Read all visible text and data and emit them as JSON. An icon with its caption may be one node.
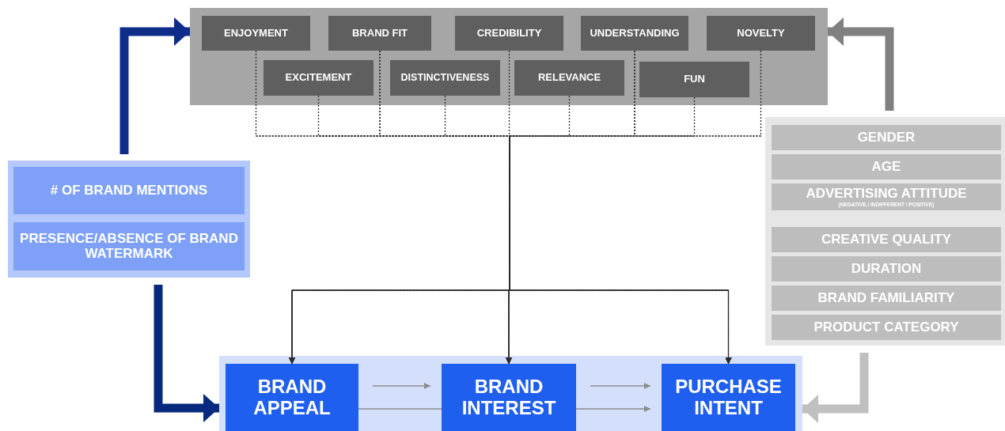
{
  "diagram": {
    "nodes": [
      {
        "text": [],
        "shape": "box"
      },
      {
        "text": [
          "ENJOYMENT"
        ],
        "in": 0
      },
      {
        "text": [
          "BRAND FIT"
        ],
        "in": 0
      },
      {
        "text": [
          "CREDIBILITY"
        ],
        "in": 0
      },
      {
        "text": [
          "UNDERSTANDING"
        ],
        "in": 0
      },
      {
        "text": [
          "NOVELTY"
        ],
        "in": 0
      },
      {
        "text": [
          "EXCITEMENT"
        ],
        "in": 0
      },
      {
        "text": [
          "DISTINCTIVENESS"
        ],
        "in": 0
      },
      {
        "text": [
          "RELEVANCE"
        ],
        "in": 0
      },
      {
        "text": [
          "FUN"
        ],
        "in": 0
      },
      {
        "text": [],
        "shape": "box"
      },
      {
        "text": [
          "# OF BRAND MENTIONS"
        ],
        "in": 10
      },
      {
        "text": [
          "PRESENCE/ABSENCE OF BRAND WATERMARK"
        ],
        "in": 10
      },
      {
        "text": [],
        "shape": "box"
      },
      {
        "text": [
          "GENDER"
        ],
        "in": 13
      },
      {
        "text": [
          "AGE"
        ],
        "in": 13
      },
      {
        "text": [
          "ADVERTISING ATTITUDE",
          "(NEGATIVE / INDIFFERENT / POSITIVE)"
        ],
        "in": 13
      },
      {
        "text": [
          "CREATIVE QUALITY"
        ],
        "in": 13
      },
      {
        "text": [
          "DURATION"
        ],
        "in": 13
      },
      {
        "text": [
          "BRAND FAMILIARITY"
        ],
        "in": 13
      },
      {
        "text": [
          "PRODUCT CATEGORY"
        ],
        "in": 13
      },
      {
        "text": [],
        "shape": "box"
      },
      {
        "text": [
          "BRAND APPEAL"
        ],
        "in": 21
      },
      {
        "text": [
          "BRAND INTEREST"
        ],
        "in": 21
      },
      {
        "text": [
          "PURCHASE INTENT"
        ],
        "in": 21
      }
    ],
    "edges": [
      {
        "from": 1,
        "to": 22,
        "arrow": "to",
        "style": "dashed"
      },
      {
        "from": 1,
        "to": 23,
        "arrow": "to",
        "style": "dashed"
      },
      {
        "from": 1,
        "to": 24,
        "arrow": "to",
        "style": "dashed"
      },
      {
        "from": 2,
        "to": 22,
        "arrow": "to",
        "style": "dashed"
      },
      {
        "from": 2,
        "to": 23,
        "arrow": "to",
        "style": "dashed"
      },
      {
        "from": 2,
        "to": 24,
        "arrow": "to",
        "style": "dashed"
      },
      {
        "from": 3,
        "to": 22,
        "arrow": "to",
        "style": "dashed"
      },
      {
        "from": 3,
        "to": 23,
        "arrow": "to",
        "style": "dashed"
      },
      {
        "from": 3,
        "to": 24,
        "arrow": "to",
        "style": "dashed"
      },
      {
        "from": 4,
        "to": 22,
        "arrow": "to",
        "style": "dashed"
      },
      {
        "from": 4,
        "to": 23,
        "arrow": "to",
        "style": "dashed"
      },
      {
        "from": 4,
        "to": 24,
        "arrow": "to",
        "style": "dashed"
      },
      {
        "from": 5,
        "to": 22,
        "arrow": "to",
        "style": "dashed"
      },
      {
        "from": 5,
        "to": 23,
        "arrow": "to",
        "style": "dashed"
      },
      {
        "from": 5,
        "to": 24,
        "arrow": "to",
        "style": "dashed"
      },
      {
        "from": 6,
        "to": 22,
        "arrow": "to",
        "style": "dashed"
      },
      {
        "from": 6,
        "to": 23,
        "arrow": "to",
        "style": "dashed"
      },
      {
        "from": 6,
        "to": 24,
        "arrow": "to",
        "style": "dashed"
      },
      {
        "from": 7,
        "to": 22,
        "arrow": "to",
        "style": "dashed"
      },
      {
        "from": 7,
        "to": 23,
        "arrow": "to",
        "style": "dashed"
      },
      {
        "from": 7,
        "to": 24,
        "arrow": "to",
        "style": "dashed"
      },
      {
        "from": 8,
        "to": 22,
        "arrow": "to",
        "style": "dashed"
      },
      {
        "from": 8,
        "to": 23,
        "arrow": "to",
        "style": "dashed"
      },
      {
        "from": 8,
        "to": 24,
        "arrow": "to",
        "style": "dashed"
      },
      {
        "from": 9,
        "to": 22,
        "arrow": "to",
        "style": "dashed"
      },
      {
        "from": 9,
        "to": 23,
        "arrow": "to",
        "style": "dashed"
      },
      {
        "from": 9,
        "to": 24,
        "arrow": "to",
        "style": "dashed"
      },
      {
        "from": 10,
        "to": 0,
        "arrow": "to",
        "style": "thick",
        "color": "#0e2d8a"
      },
      {
        "from": 10,
        "to": 21,
        "arrow": "to",
        "style": "thick",
        "color": "#072a7e"
      },
      {
        "from": 13,
        "to": 0,
        "arrow": "to",
        "style": "thick",
        "color": "#808080"
      },
      {
        "from": 13,
        "to": 21,
        "arrow": "to",
        "style": "thick",
        "color": "#c0c0c0"
      },
      {
        "from": 22,
        "to": 23,
        "arrow": "to",
        "color": "#8c8c8c"
      },
      {
        "from": 23,
        "to": 24,
        "arrow": "to",
        "color": "#8c8c8c"
      },
      {
        "from": 22,
        "to": 23,
        "arrow": "none",
        "color": "#8c8c8c"
      },
      {
        "from": 23,
        "to": 24,
        "arrow": "to",
        "color": "#8c8c8c"
      }
    ]
  }
}
